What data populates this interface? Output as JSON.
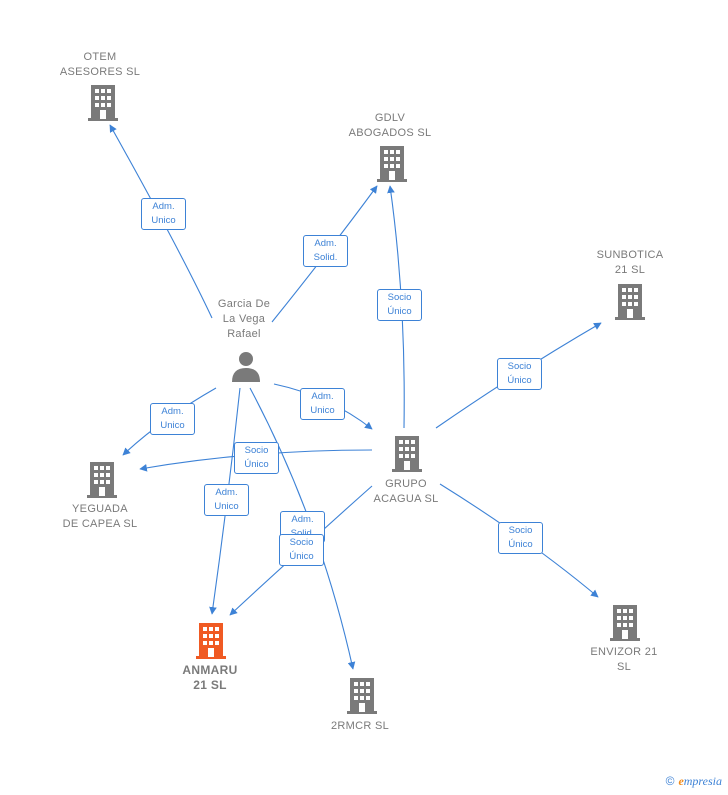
{
  "colors": {
    "edge": "#3d82d6",
    "building": "#7a7a7a",
    "focus": "#f05a23"
  },
  "nodes": {
    "otem": {
      "label": "OTEM\nASESORES  SL",
      "icon": "building-icon"
    },
    "gdlv": {
      "label": "GDLV\nABOGADOS  SL",
      "icon": "building-icon"
    },
    "sunbotica": {
      "label": "SUNBOTICA\n21  SL",
      "icon": "building-icon"
    },
    "person": {
      "label": "Garcia De\nLa Vega\nRafael",
      "icon": "person-icon"
    },
    "grupo": {
      "label": "GRUPO\nACAGUA  SL",
      "icon": "building-icon"
    },
    "yeguada": {
      "label": "YEGUADA\nDE CAPEA  SL",
      "icon": "building-icon"
    },
    "anmaru": {
      "label": "ANMARU\n21  SL",
      "icon": "building-icon"
    },
    "rmcr": {
      "label": "2RMCR  SL",
      "icon": "building-icon"
    },
    "envizor": {
      "label": "ENVIZOR 21\nSL",
      "icon": "building-icon"
    }
  },
  "edges": {
    "person_otem": "Adm.\nUnico",
    "person_gdlv": "Adm.\nSolid.",
    "grupo_gdlv": "Socio\nÚnico",
    "grupo_sunbotica": "Socio\nÚnico",
    "person_grupo": "Adm.\nUnico",
    "person_yeguada": "Adm.\nUnico",
    "grupo_yeguada": "Socio\nÚnico",
    "person_anmaru": "Adm.\nUnico",
    "person_rmcr": "Adm.\nSolid.",
    "grupo_anmaru": "Socio\nÚnico",
    "grupo_envizor": "Socio\nÚnico"
  },
  "footer": {
    "copyright": "©",
    "brand_e": "e",
    "brand_rest": "mpresia"
  }
}
